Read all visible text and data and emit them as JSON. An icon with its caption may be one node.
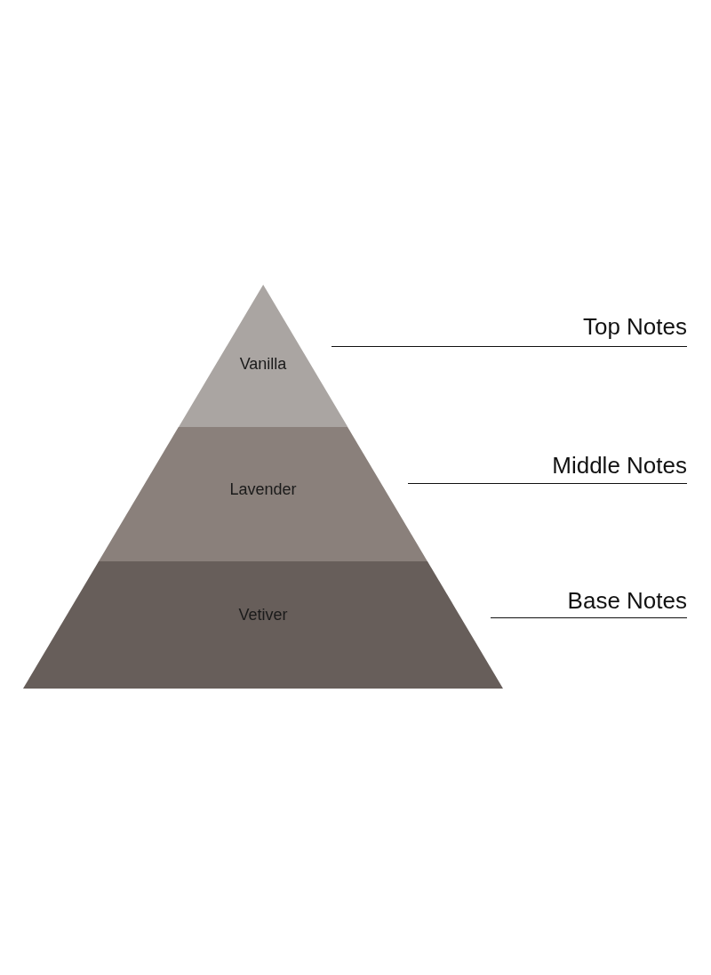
{
  "diagram": {
    "nodes": [
      {
        "text": [
          "Vanilla"
        ]
      },
      {
        "text": [
          "Lavender"
        ]
      },
      {
        "text": [
          "Vetiver"
        ]
      }
    ],
    "labels": [
      "Top Notes",
      "Middle Notes",
      "Base Notes"
    ]
  }
}
